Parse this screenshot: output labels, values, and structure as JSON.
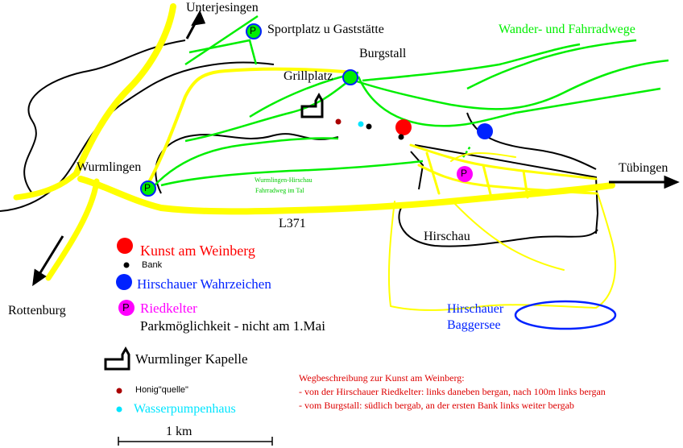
{
  "places": {
    "unterjesingen": "Unterjesingen",
    "sportplatz": "Sportplatz u Gaststätte",
    "burgstall": "Burgstall",
    "grillplatz": "Grillplatz",
    "wurmlingen": "Wurmlingen",
    "tuebingen": "Tübingen",
    "rottenburg": "Rottenburg",
    "hirschau": "Hirschau",
    "baggersee_line1": "Hirschauer",
    "baggersee_line2": "Baggersee",
    "road": "L371",
    "bikepath_line1": "Wurmlingen-Hirschau",
    "bikepath_line2": "Fahrradweg im Tal"
  },
  "legend": {
    "paths_title": "Wander- und Fahrradwege",
    "kunst": "Kunst am Weinberg",
    "bank": "Bank",
    "wahrzeichen": "Hirschauer Wahrzeichen",
    "parking_symbol": "P",
    "riedkelter": "Riedkelter",
    "parking_note": "Parkmöglichkeit - nicht am 1.Mai",
    "kapelle": "Wurmlinger Kapelle",
    "honig": "Honig\"quelle\"",
    "pumpenhaus": "Wasserpumpenhaus",
    "scale": "1 km"
  },
  "route": {
    "title": "Wegbeschreibung zur Kunst am Weinberg:",
    "line1": "- von der Hirschauer Riedkelter: links daneben bergan, nach 100m links bergan",
    "line2": "- vom Burgstall: südlich bergab, an der ersten Bank links weiter bergab"
  },
  "colors": {
    "road": "#ffff00",
    "path": "#00ee00",
    "contour": "#000000",
    "kunst": "#ff0000",
    "wahrzeichen": "#0022ff",
    "parking": "#ff00ff",
    "honig": "#aa0000",
    "pump": "#00e5ff",
    "lake": "#0022ff",
    "route_text": "#dd0000"
  }
}
